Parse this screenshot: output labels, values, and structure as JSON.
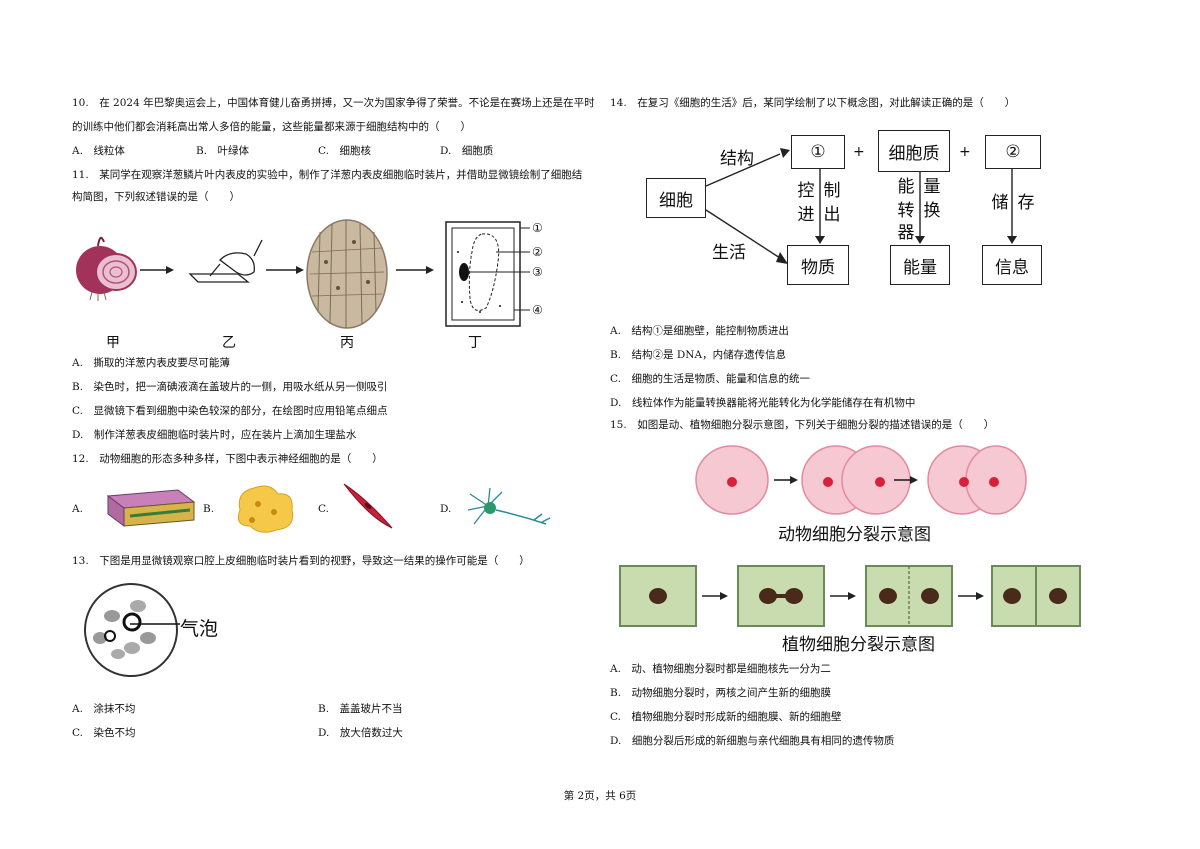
{
  "q10": {
    "line1": "10.　在 2024 年巴黎奥运会上，中国体育健儿奋勇拼搏，又一次为国家争得了荣誉。不论是在赛场上还是在平时",
    "line2": "的训练中他们都会消耗高出常人多倍的能量，这些能量都来源于细胞结构中的（　　）",
    "options": [
      "A.　线粒体",
      "B.　叶绿体",
      "C.　细胞核",
      "D.　细胞质"
    ]
  },
  "q11": {
    "line1": "11.　某同学在观察洋葱鳞片叶内表皮的实验中，制作了洋葱内表皮细胞临时装片，并借助显微镜绘制了细胞结",
    "line2": "构简图，下列叙述错误的是（　　）",
    "figure_labels": [
      "甲",
      "乙",
      "丙",
      "丁"
    ],
    "cell_labels": [
      "①",
      "②",
      "③",
      "④"
    ],
    "options": [
      "A.　撕取的洋葱内表皮要尽可能薄",
      "B.　染色时，把一滴碘液滴在盖玻片的一侧，用吸水纸从另一侧吸引",
      "C.　显微镜下看到细胞中染色较深的部分，在绘图时应用铅笔点细点",
      "D.　制作洋葱表皮细胞临时装片时，应在装片上滴加生理盐水"
    ]
  },
  "q12": {
    "line1": "12.　动物细胞的形态多种多样，下图中表示神经细胞的是（　　）",
    "options": [
      "A.",
      "B.",
      "C.",
      "D."
    ]
  },
  "q13": {
    "line1": "13.　下图是用显微镜观察口腔上皮细胞临时装片看到的视野，导致这一结果的操作可能是（　　）",
    "bubble_label": "气泡",
    "options": [
      "A.　涂抹不均",
      "B.　盖盖玻片不当",
      "C.　染色不均",
      "D.　放大倍数过大"
    ]
  },
  "q14": {
    "line1": "14.　在复习《细胞的生活》后，某同学绘制了以下概念图，对此解读正确的是（　　）",
    "diagram": {
      "cell": "细胞",
      "structure": "结构",
      "life": "生活",
      "box1": "①",
      "box2": "细胞质",
      "box3": "②",
      "plus": "+",
      "control_1": "控",
      "control_2": "制",
      "control_3": "进",
      "control_4": "出",
      "energy_1": "能",
      "energy_2": "量",
      "energy_3": "转",
      "energy_4": "换",
      "energy_5": "器",
      "store_1": "储",
      "store_2": "存",
      "matter": "物质",
      "energy": "能量",
      "info": "信息"
    },
    "options": [
      "A.　结构①是细胞壁，能控制物质进出",
      "B.　结构②是 DNA，内储存遗传信息",
      "C.　细胞的生活是物质、能量和信息的统一",
      "D.　线粒体作为能量转换器能将光能转化为化学能储存在有机物中"
    ]
  },
  "q15": {
    "line1": "15.　如图是动、植物细胞分裂示意图，下列关于细胞分裂的描述错误的是（　　）",
    "animal_caption": "动物细胞分裂示意图",
    "plant_caption": "植物细胞分裂示意图",
    "options": [
      "A.　动、植物细胞分裂时都是细胞核先一分为二",
      "B.　动物细胞分裂时，两核之间产生新的细胞膜",
      "C.　植物细胞分裂时形成新的细胞膜、新的细胞壁",
      "D.　细胞分裂后形成的新细胞与亲代细胞具有相同的遗传物质"
    ]
  },
  "footer": "第 2页，共 6页"
}
